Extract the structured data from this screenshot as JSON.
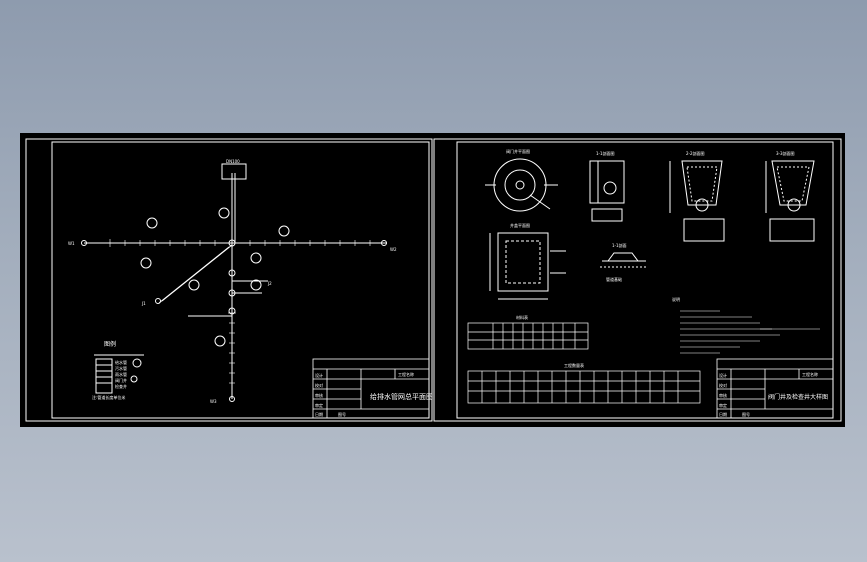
{
  "sheet_left": {
    "title_block": {
      "rows": [
        "设计",
        "校对",
        "审核",
        "审定",
        "日期"
      ],
      "right_top": [
        "工程名称",
        "图号"
      ],
      "drawing_title": "给排水管网总平面图",
      "bottom": "图号"
    },
    "legend": {
      "title": "图例",
      "items": [
        "给水管",
        "污水管",
        "雨水管",
        "阀门井",
        "检查井"
      ],
      "note": "注:管道长度单位米"
    },
    "labels": {
      "top_box": "DN100",
      "left_end": "W1",
      "right_end": "W2",
      "bottom_end": "W3",
      "diag_end": "J1",
      "mid_label": "J2"
    }
  },
  "sheet_right": {
    "title_block": {
      "rows": [
        "设计",
        "校对",
        "审核",
        "审定",
        "日期"
      ],
      "right_top": [
        "工程名称",
        "图号"
      ],
      "drawing_title": "阀门井及检查井大样图",
      "bottom": "图号"
    },
    "detail_titles": [
      "阀门井平面图",
      "1-1剖面图",
      "2-2剖面图",
      "3-3剖面图",
      "井盖平面图",
      "1-1剖面",
      "管道基础"
    ],
    "table_title": "材料表",
    "table2_title": "工程数量表",
    "notes_title": "说明"
  }
}
